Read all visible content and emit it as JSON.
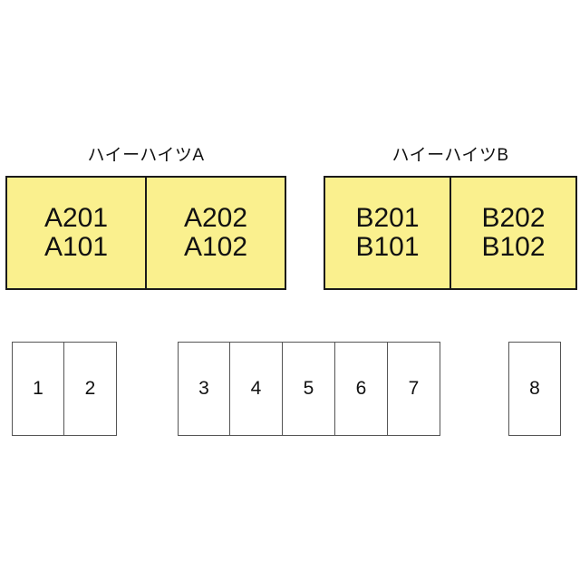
{
  "buildings": [
    {
      "name": "ハイーハイツA",
      "units": [
        {
          "upper": "A201",
          "lower": "A101"
        },
        {
          "upper": "A202",
          "lower": "A102"
        }
      ]
    },
    {
      "name": "ハイーハイツB",
      "units": [
        {
          "upper": "B201",
          "lower": "B101"
        },
        {
          "upper": "B202",
          "lower": "B102"
        }
      ]
    }
  ],
  "parking": [
    "1",
    "2",
    "3",
    "4",
    "5",
    "6",
    "7",
    "8"
  ],
  "colors": {
    "building_fill": "#faf08e",
    "outline": "#1a1a1a",
    "slot_fill": "#ffffff"
  }
}
